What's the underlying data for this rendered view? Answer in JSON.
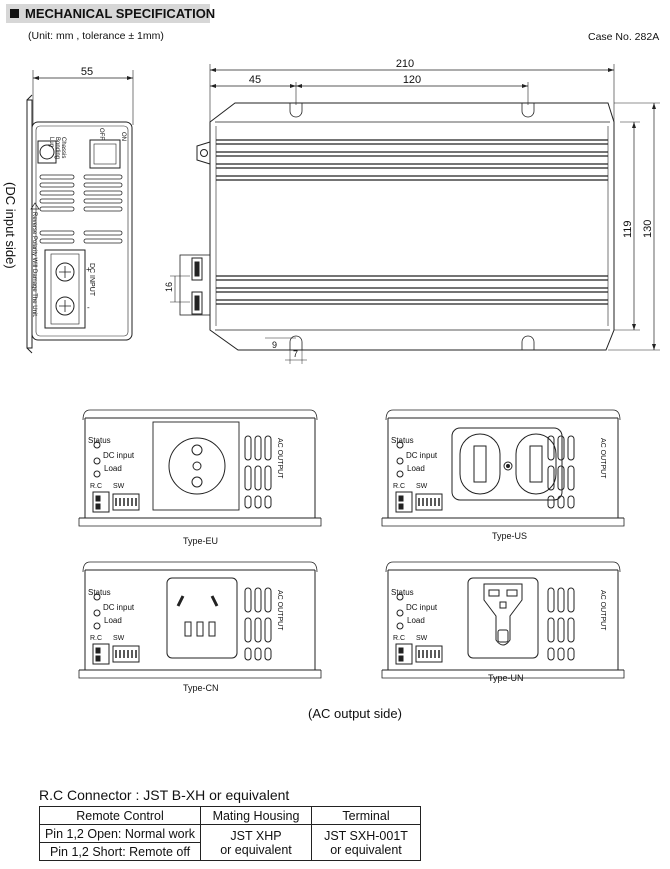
{
  "header": {
    "title": "MECHANICAL SPECIFICATION"
  },
  "unit_note": "(Unit: mm , tolerance ± 1mm)",
  "case_no": "Case No. 282A",
  "dc_side": {
    "caption": "(DC input side)",
    "dim_width": "55",
    "switch_on": "ON",
    "switch_off": "OFF",
    "lug_label": [
      "Chassis",
      "Bonding",
      "Lug"
    ],
    "terminal_label": "DC INPUT",
    "plus": "+",
    "minus": "-",
    "warning": "Reverse Polarity Will Damage The Unit."
  },
  "top_view": {
    "dim_total": "210",
    "dim_left": "45",
    "dim_mid": "120",
    "dim_h1": "119",
    "dim_h2": "130",
    "dim_16": "16",
    "dim_9": "9",
    "dim_7": "7"
  },
  "panels": {
    "status": "Status",
    "dc_input": "DC input",
    "load": "Load",
    "rc": "R.C",
    "sw": "SW",
    "ac_output": "AC OUTPUT",
    "types": [
      "Type-EU",
      "Type-US",
      "Type-CN",
      "Type-UN"
    ]
  },
  "ac_caption": "(AC output side)",
  "rc_connector": {
    "title": "R.C Connector : JST B-XH or equivalent",
    "headers": [
      "Remote Control",
      "Mating Housing",
      "Terminal"
    ],
    "rows": [
      {
        "remote": "Pin 1,2  Open: Normal work"
      },
      {
        "remote": "Pin 1,2  Short: Remote off"
      }
    ],
    "housing": [
      "JST XHP",
      "or equivalent"
    ],
    "terminal": [
      "JST SXH-001T",
      "or equivalent"
    ]
  }
}
